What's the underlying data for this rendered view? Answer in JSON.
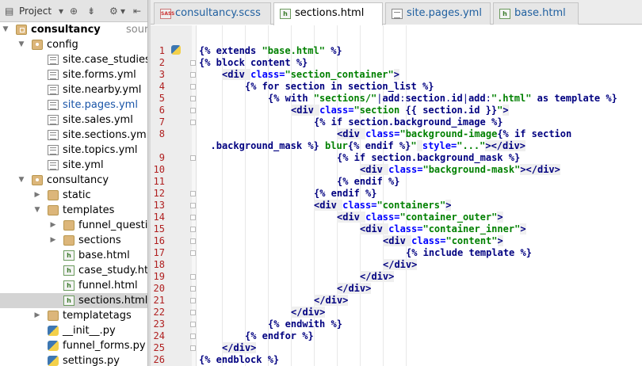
{
  "project_panel": {
    "title": "Project",
    "tree": [
      {
        "label": "consultancy",
        "suffix": "sources r",
        "depth": 0,
        "icon": "module-folder-icon",
        "expanded": true,
        "bold": true
      },
      {
        "label": "config",
        "depth": 1,
        "icon": "package-folder-icon",
        "expanded": true
      },
      {
        "label": "site.case_studies",
        "depth": 2,
        "icon": "yml-file-icon"
      },
      {
        "label": "site.forms.yml",
        "depth": 2,
        "icon": "yml-file-icon"
      },
      {
        "label": "site.nearby.yml",
        "depth": 2,
        "icon": "yml-file-icon"
      },
      {
        "label": "site.pages.yml",
        "depth": 2,
        "icon": "yml-file-icon",
        "modified": true
      },
      {
        "label": "site.sales.yml",
        "depth": 2,
        "icon": "yml-file-icon"
      },
      {
        "label": "site.sections.yml",
        "depth": 2,
        "icon": "yml-file-icon"
      },
      {
        "label": "site.topics.yml",
        "depth": 2,
        "icon": "yml-file-icon"
      },
      {
        "label": "site.yml",
        "depth": 2,
        "icon": "yml-file-icon"
      },
      {
        "label": "consultancy",
        "depth": 1,
        "icon": "package-folder-icon",
        "expanded": true
      },
      {
        "label": "static",
        "depth": 2,
        "icon": "folder-icon",
        "expanded": false
      },
      {
        "label": "templates",
        "depth": 2,
        "icon": "folder-icon",
        "expanded": true
      },
      {
        "label": "funnel_questio",
        "depth": 3,
        "icon": "folder-icon",
        "expanded": false
      },
      {
        "label": "sections",
        "depth": 3,
        "icon": "folder-icon",
        "expanded": false
      },
      {
        "label": "base.html",
        "depth": 3,
        "icon": "html-file-icon"
      },
      {
        "label": "case_study.htm",
        "depth": 3,
        "icon": "html-file-icon"
      },
      {
        "label": "funnel.html",
        "depth": 3,
        "icon": "html-file-icon"
      },
      {
        "label": "sections.html",
        "depth": 3,
        "icon": "html-file-icon",
        "selected": true
      },
      {
        "label": "templatetags",
        "depth": 2,
        "icon": "folder-icon",
        "expanded": false
      },
      {
        "label": "__init__.py",
        "depth": 2,
        "icon": "python-file-icon"
      },
      {
        "label": "funnel_forms.py",
        "depth": 2,
        "icon": "python-file-icon"
      },
      {
        "label": "settings.py",
        "depth": 2,
        "icon": "python-file-icon"
      }
    ]
  },
  "tabs": [
    {
      "label": "consultancy.scss",
      "icon": "sass-file-icon",
      "active": false
    },
    {
      "label": "sections.html",
      "icon": "html-file-icon",
      "active": true
    },
    {
      "label": "site.pages.yml",
      "icon": "yml-file-icon",
      "active": false
    },
    {
      "label": "base.html",
      "icon": "html-file-icon",
      "active": false
    }
  ],
  "editor": {
    "line_numbers": [
      "1",
      "2",
      "3",
      "4",
      "5",
      "6",
      "7",
      "8",
      "",
      "9",
      "10",
      "11",
      "12",
      "13",
      "14",
      "15",
      "16",
      "17",
      "18",
      "19",
      "20",
      "21",
      "22",
      "23",
      "24",
      "25",
      "26"
    ],
    "lines": [
      {
        "indent": 0,
        "tokens": [
          [
            "k",
            "{% extends "
          ],
          [
            "s",
            "\"base.html\""
          ],
          [
            "k",
            " %}"
          ]
        ]
      },
      {
        "indent": 0,
        "tokens": [
          [
            "k",
            "{% block content %}"
          ]
        ]
      },
      {
        "indent": 4,
        "tokens": [
          [
            "t",
            "<div "
          ],
          [
            "a",
            "class="
          ],
          [
            "s",
            "\"section_container\""
          ],
          [
            "t",
            ">"
          ]
        ]
      },
      {
        "indent": 8,
        "tokens": [
          [
            "k",
            "{% for section in section_list %}"
          ]
        ]
      },
      {
        "indent": 12,
        "tokens": [
          [
            "k",
            "{% with "
          ],
          [
            "s",
            "\"sections/\""
          ],
          [
            "v",
            "|"
          ],
          [
            "k",
            "add"
          ],
          [
            "v",
            ":"
          ],
          [
            "k",
            "section"
          ],
          [
            "v",
            "."
          ],
          [
            "k",
            "id"
          ],
          [
            "v",
            "|"
          ],
          [
            "k",
            "add"
          ],
          [
            "v",
            ":"
          ],
          [
            "s",
            "\".html\""
          ],
          [
            "k",
            " as template %}"
          ]
        ]
      },
      {
        "indent": 16,
        "tokens": [
          [
            "t",
            "<div "
          ],
          [
            "a",
            "class="
          ],
          [
            "s",
            "\"section "
          ],
          [
            "k",
            "{{ section.id }}"
          ],
          [
            "s",
            "\""
          ],
          [
            "t",
            ">"
          ]
        ]
      },
      {
        "indent": 20,
        "tokens": [
          [
            "k",
            "{% if section.background_image %}"
          ]
        ]
      },
      {
        "indent": 24,
        "tokens": [
          [
            "t",
            "<div "
          ],
          [
            "a",
            "class="
          ],
          [
            "s",
            "\"background-image"
          ],
          [
            "k",
            "{% if section"
          ]
        ]
      },
      {
        "indent": 2,
        "tokens": [
          [
            "k",
            ".background_mask %}"
          ],
          [
            "s",
            " blur"
          ],
          [
            "k",
            "{% endif %}"
          ],
          [
            "s",
            "\""
          ],
          [
            "t",
            " "
          ],
          [
            "a",
            "style="
          ],
          [
            "s",
            "\"...\""
          ],
          [
            "t",
            "></div>"
          ]
        ]
      },
      {
        "indent": 24,
        "tokens": [
          [
            "k",
            "{% if section.background_mask %}"
          ]
        ]
      },
      {
        "indent": 28,
        "tokens": [
          [
            "t",
            "<div "
          ],
          [
            "a",
            "class="
          ],
          [
            "s",
            "\"background-mask\""
          ],
          [
            "t",
            "></div>"
          ]
        ]
      },
      {
        "indent": 24,
        "tokens": [
          [
            "k",
            "{% endif %}"
          ]
        ]
      },
      {
        "indent": 20,
        "tokens": [
          [
            "k",
            "{% endif %}"
          ]
        ]
      },
      {
        "indent": 20,
        "tokens": [
          [
            "t",
            "<div "
          ],
          [
            "a",
            "class="
          ],
          [
            "s",
            "\"containers\""
          ],
          [
            "t",
            ">"
          ]
        ]
      },
      {
        "indent": 24,
        "tokens": [
          [
            "t",
            "<div "
          ],
          [
            "a",
            "class="
          ],
          [
            "s",
            "\"container_outer\""
          ],
          [
            "t",
            ">"
          ]
        ]
      },
      {
        "indent": 28,
        "tokens": [
          [
            "t",
            "<div "
          ],
          [
            "a",
            "class="
          ],
          [
            "s",
            "\"container_inner\""
          ],
          [
            "t",
            ">"
          ]
        ]
      },
      {
        "indent": 32,
        "tokens": [
          [
            "t",
            "<div "
          ],
          [
            "a",
            "class="
          ],
          [
            "s",
            "\"content\""
          ],
          [
            "t",
            ">"
          ]
        ]
      },
      {
        "indent": 36,
        "tokens": [
          [
            "k",
            "{% include template %}"
          ]
        ]
      },
      {
        "indent": 32,
        "tokens": [
          [
            "t",
            "</div>"
          ]
        ]
      },
      {
        "indent": 28,
        "tokens": [
          [
            "t",
            "</div>"
          ]
        ]
      },
      {
        "indent": 24,
        "tokens": [
          [
            "t",
            "</div>"
          ]
        ]
      },
      {
        "indent": 20,
        "tokens": [
          [
            "t",
            "</div>"
          ]
        ]
      },
      {
        "indent": 16,
        "tokens": [
          [
            "t",
            "</div>"
          ]
        ]
      },
      {
        "indent": 12,
        "tokens": [
          [
            "k",
            "{% endwith %}"
          ]
        ]
      },
      {
        "indent": 8,
        "tokens": [
          [
            "k",
            "{% endfor %}"
          ]
        ]
      },
      {
        "indent": 4,
        "tokens": [
          [
            "t",
            "</div>"
          ]
        ]
      },
      {
        "indent": 0,
        "tokens": [
          [
            "k",
            "{% endblock %}"
          ]
        ]
      }
    ]
  }
}
